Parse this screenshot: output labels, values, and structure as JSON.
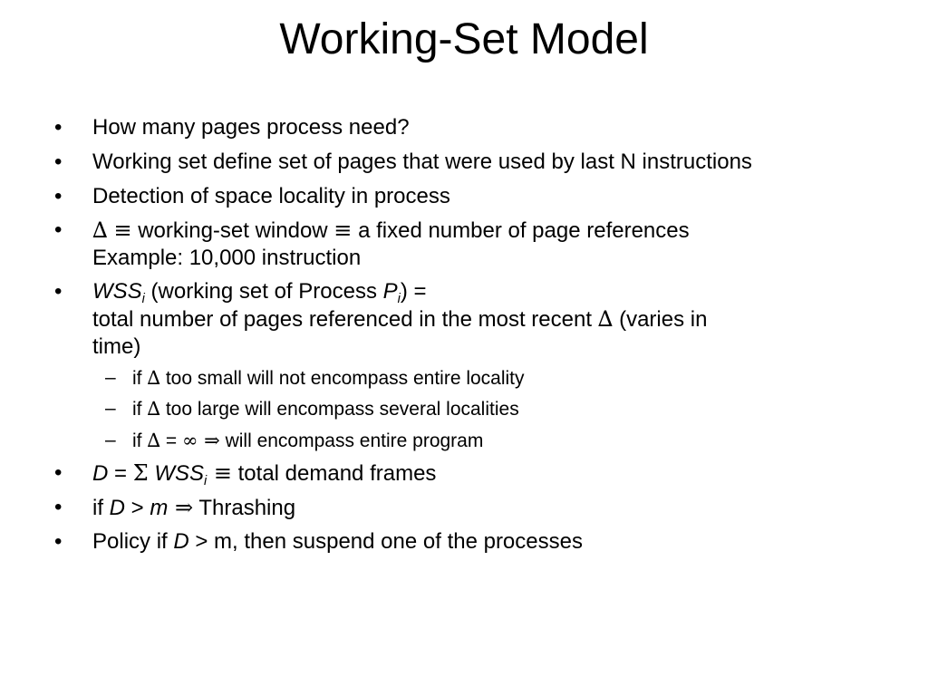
{
  "title": "Working-Set Model",
  "bullet_char": "•",
  "dash_char": "–",
  "items": {
    "b1": "How many pages process need?",
    "b2": "Working set define set of pages that were used by last N instructions",
    "b3": "Detection of space locality in process",
    "b4": {
      "delta": "∆",
      "equiv1": "≡",
      "text1": " working-set window ",
      "equiv2": "≡",
      "text2": " a fixed number of page references",
      "line2": "Example:  10,000 instruction"
    },
    "b5": {
      "wss": "WSS",
      "sub_i": "i",
      "text1": " (working set of Process ",
      "p": "P",
      "sub_i2": "i",
      "text2": ") =",
      "line2_text": "total number of pages referenced in the most recent ",
      "line2_delta": "∆",
      "line2_end": " (varies in",
      "line3": "time)"
    },
    "s1": {
      "if": "if ",
      "delta": "∆",
      "rest": " too small will not encompass entire locality"
    },
    "s2": {
      "if": "if ",
      "delta": "∆",
      "rest": " too large will encompass several localities"
    },
    "s3": {
      "if": "if ",
      "delta": "∆",
      "eq": " = ",
      "inf": "∞",
      "implies": " ⇒",
      "rest": " will encompass entire program"
    },
    "b6": {
      "d": "D",
      "eq": " = ",
      "sigma": "Σ",
      "wss": " WSS",
      "sub_i": "i",
      "equiv": " ≡",
      "rest": " total demand frames"
    },
    "b7": {
      "if": "if ",
      "d": "D",
      "gt": " > ",
      "m": "m",
      "implies": " ⇒",
      "rest": " Thrashing"
    },
    "b8": {
      "text1": "Policy if ",
      "d": "D",
      "rest": " > m, then suspend one of the processes"
    }
  }
}
